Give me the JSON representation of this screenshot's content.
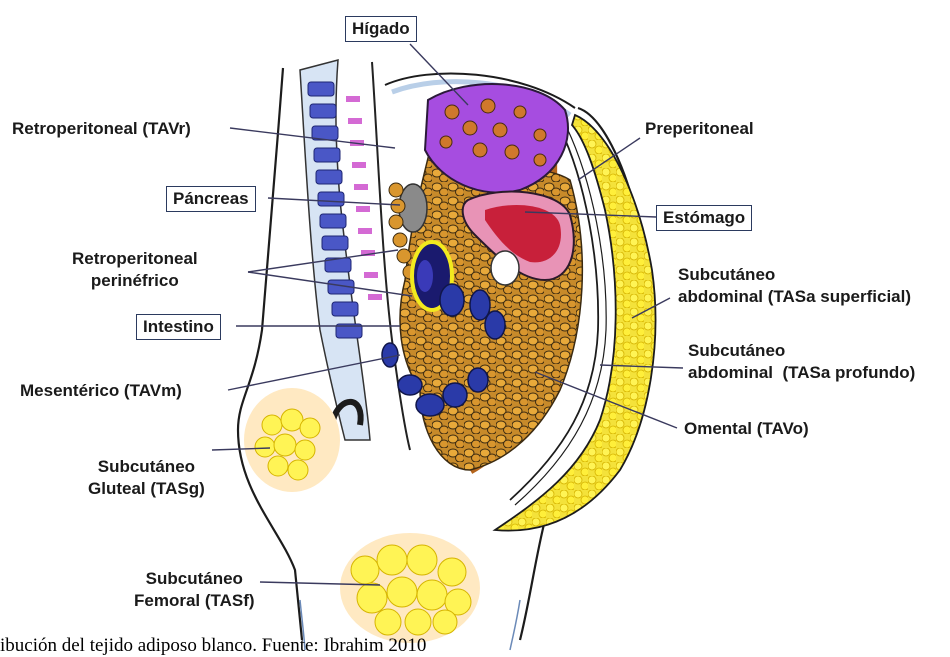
{
  "labels": {
    "higado": "Hígado",
    "tavr": "Retroperitoneal (TAVr)",
    "pancreas": "Páncreas",
    "perinefrico": "Retroperitoneal\nperinéfrico",
    "intestino": "Intestino",
    "tavm": "Mesentérico (TAVm)",
    "tasg": "Subcutáneo\nGluteal (TASg)",
    "tasf": "Subcutáneo\nFemoral (TASf)",
    "preperitoneal": "Preperitoneal",
    "estomago": "Estómago",
    "tasa_sup": "Subcutáneo\nabdominal (TASa superficial)",
    "tasa_prof": "Subcutáneo\nabdominal  (TASa profundo)",
    "tavo": "Omental (TAVo)"
  },
  "caption": "ibución del tejido adiposo blanco. Fuente: Ibrahim 2010"
}
